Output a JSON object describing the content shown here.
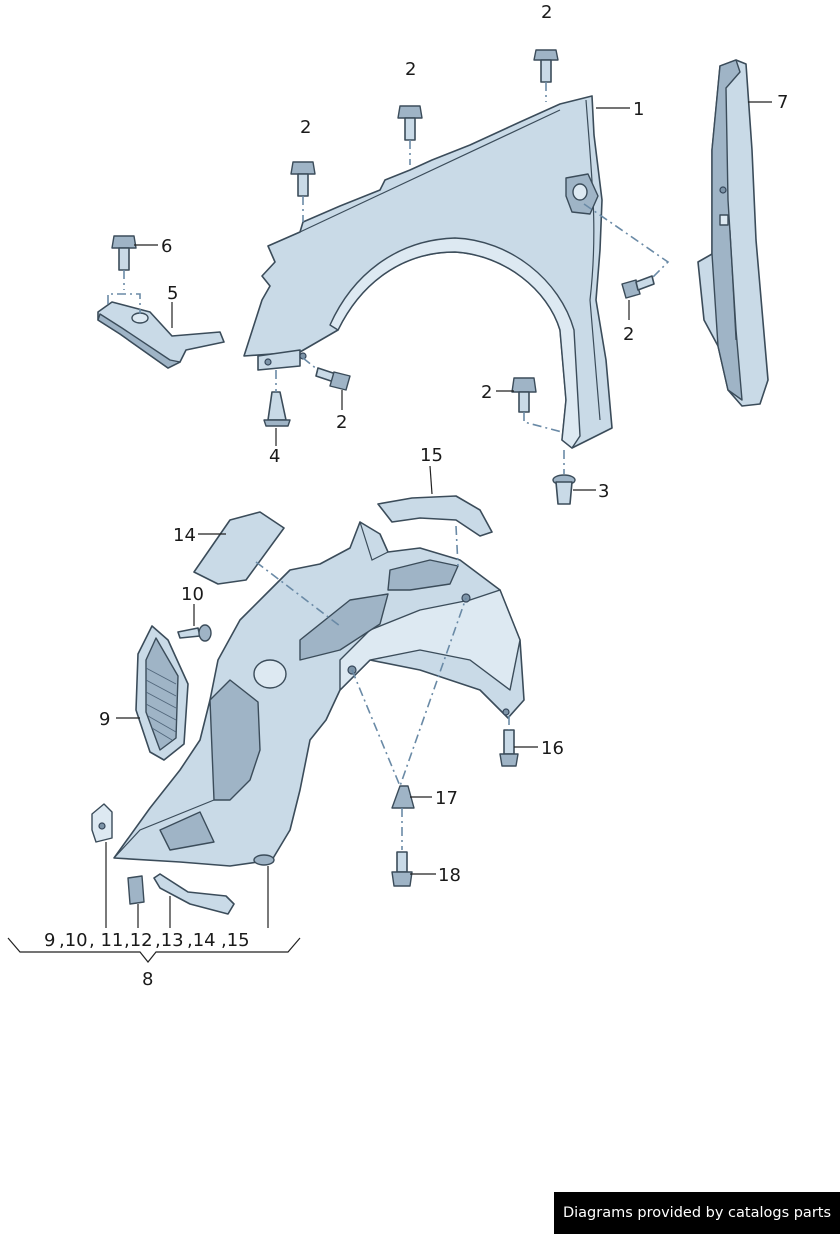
{
  "labels": {
    "p1": "1",
    "p2": "2",
    "p3": "3",
    "p4": "4",
    "p5": "5",
    "p6": "6",
    "p7": "7",
    "p8": "8",
    "p9": "9",
    "p10": "10",
    "p14": "14",
    "p15": "15",
    "p16": "16",
    "p17": "17",
    "p18": "18",
    "group": {
      "n9": "9",
      "n10": ",10",
      "n11": ", 11",
      "n12": ",12",
      "n13": ",13",
      "n14": ",14",
      "n15": ",15"
    }
  },
  "credit": "Diagrams provided by catalogs parts",
  "colors": {
    "part_fill": "#c9dae7",
    "part_dark": "#9fb4c6",
    "outline": "#3b4c5a",
    "dash_line": "#6a8aa6"
  }
}
